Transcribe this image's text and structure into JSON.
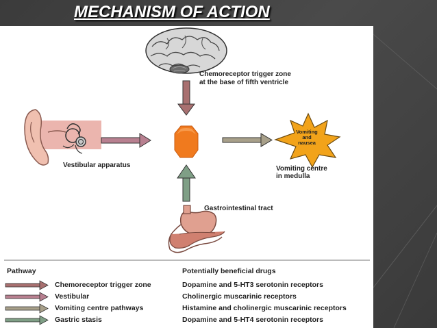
{
  "title": "MECHANISM OF ACTION",
  "colors": {
    "ctz_arrow": "#a87070",
    "vestibular_arrow": "#b88090",
    "vomiting_pathway_arrow": "#a8a08a",
    "gastric_arrow": "#7f9f86",
    "star_fill": "#f2a31a",
    "ctz_shape_fill": "#f07a1e"
  },
  "diagram": {
    "ctz_label_line1": "Chemoreceptor trigger zone",
    "ctz_label_line2": "at the base of fifth ventricle",
    "vestibular_label": "Vestibular apparatus",
    "gi_label": "Gastrointestinal tract",
    "vomiting_centre_line1": "Vomiting centre",
    "vomiting_centre_line2": "in medulla",
    "star_line1": "Vomiting",
    "star_line2": "and",
    "star_line3": "nausea"
  },
  "legend": {
    "pathway_header": "Pathway",
    "drugs_header": "Potentially beneficial drugs",
    "rows": [
      {
        "pathway": "Chemoreceptor trigger zone",
        "drugs": "Dopamine and 5-HT3 serotonin receptors",
        "arrow_icon": "ctz-arrow"
      },
      {
        "pathway": "Vestibular",
        "drugs": "Cholinergic muscarinic receptors",
        "arrow_icon": "vestibular-arrow"
      },
      {
        "pathway": "Vomiting centre pathways",
        "drugs": "Histamine and cholinergic muscarinic receptors",
        "arrow_icon": "vomiting-arrow"
      },
      {
        "pathway": "Gastric stasis",
        "drugs": "Dopamine and 5-HT4 serotonin receptors",
        "arrow_icon": "gastric-arrow"
      }
    ]
  }
}
